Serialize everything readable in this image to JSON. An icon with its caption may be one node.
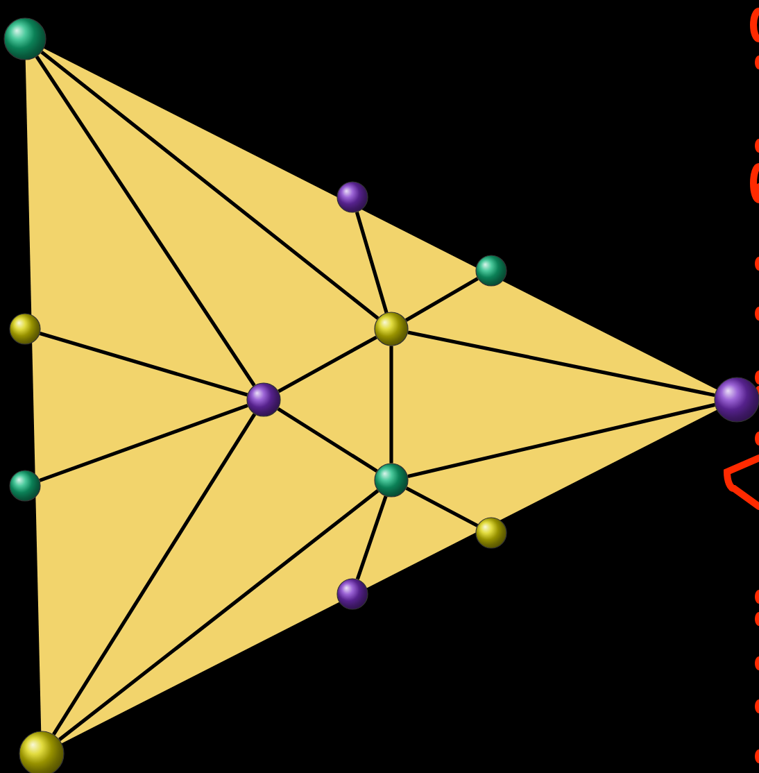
{
  "diagram": {
    "nodes": [
      {
        "text": [],
        "shape": "circle"
      },
      {
        "text": [],
        "shape": "circle"
      },
      {
        "text": [],
        "shape": "circle"
      },
      {
        "text": [],
        "shape": "circle"
      },
      {
        "text": [],
        "shape": "circle"
      },
      {
        "text": [],
        "shape": "circle"
      },
      {
        "text": [],
        "shape": "circle"
      },
      {
        "text": [],
        "shape": "circle"
      },
      {
        "text": [],
        "shape": "circle"
      },
      {
        "text": [],
        "shape": "circle"
      },
      {
        "text": [],
        "shape": "circle"
      },
      {
        "text": [],
        "shape": "circle"
      }
    ],
    "edges": [
      {
        "from": 0,
        "to": 5,
        "arrow": "none"
      },
      {
        "from": 0,
        "to": 4,
        "arrow": "none"
      },
      {
        "from": 1,
        "to": 4,
        "arrow": "none"
      },
      {
        "from": 4,
        "to": 2,
        "arrow": "none"
      },
      {
        "from": 4,
        "to": 5,
        "arrow": "none"
      },
      {
        "from": 4,
        "to": 6,
        "arrow": "none"
      },
      {
        "from": 4,
        "to": 7,
        "arrow": "none"
      },
      {
        "from": 3,
        "to": 5,
        "arrow": "none"
      },
      {
        "from": 5,
        "to": 7,
        "arrow": "none"
      },
      {
        "from": 5,
        "to": 8,
        "arrow": "none"
      },
      {
        "from": 5,
        "to": 11,
        "arrow": "none"
      },
      {
        "from": 7,
        "to": 6,
        "arrow": "none"
      },
      {
        "from": 7,
        "to": 9,
        "arrow": "none"
      },
      {
        "from": 7,
        "to": 10,
        "arrow": "none"
      },
      {
        "from": 7,
        "to": 11,
        "arrow": "none"
      }
    ]
  }
}
